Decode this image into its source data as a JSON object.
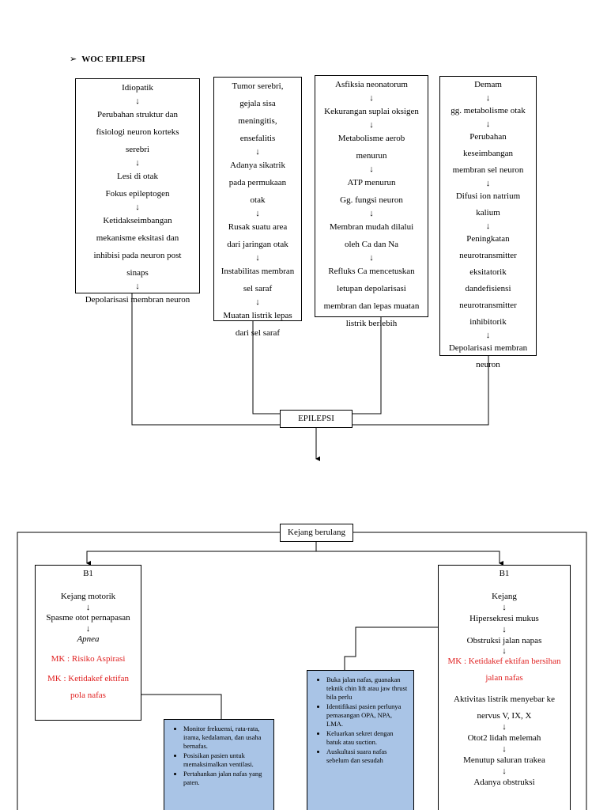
{
  "heading": {
    "bullet": "➢",
    "title": "WOC EPILEPSI"
  },
  "col1": {
    "items": [
      "Idiopatik",
      "Perubahan struktur dan",
      "fisiologi neuron korteks",
      "serebri",
      "Lesi di otak",
      "Fokus epileptogen",
      "Ketidakseimbangan",
      "mekanisme eksitasi dan",
      "inhibisi pada neuron post",
      "sinaps",
      "Depolarisasi membran neuron"
    ]
  },
  "col2": {
    "items": [
      "Tumor serebri,",
      "gejala sisa",
      "meningitis,",
      "ensefalitis",
      "Adanya sikatrik",
      "pada permukaan",
      "otak",
      "Rusak suatu area",
      "dari jaringan otak",
      "Instabilitas membran",
      "sel saraf",
      "Muatan listrik lepas",
      "dari sel saraf"
    ]
  },
  "col3": {
    "items": [
      "Asfiksia neonatorum",
      "Kekurangan suplai oksigen",
      "Metabolisme aerob",
      "menurun",
      "ATP menurun",
      "Gg. fungsi neuron",
      "Membran mudah dilalui",
      "oleh Ca dan Na",
      "Refluks Ca mencetuskan",
      "letupan depolarisasi",
      "membran dan lepas muatan",
      "listrik berlebih"
    ]
  },
  "col4": {
    "items": [
      "Demam",
      "gg. metabolisme otak",
      "Perubahan",
      "keseimbangan",
      "membran sel neuron",
      "Difusi ion natrium",
      "kalium",
      "Peningkatan",
      "neurotransmitter",
      "eksitatorik",
      "dandefisiensi",
      "neurotransmitter",
      "inhibitorik",
      "Depolarisasi membran",
      "neuron"
    ]
  },
  "epilepsi": "EPILEPSI",
  "kejang": "Kejang berulang",
  "b1_left": {
    "title": "B1",
    "items": [
      "Kejang motorik",
      "Spasme otot pernapasan",
      "Apnea"
    ],
    "mk": [
      "MK : Risiko Aspirasi",
      "MK : Ketidakef ektifan",
      "pola nafas"
    ]
  },
  "b1_right": {
    "title": "B1",
    "items": [
      "Kejang",
      "Hipersekresi mukus",
      "Obstruksi jalan napas"
    ],
    "mk": [
      "MK : Ketidakef ektifan bersihan",
      "jalan nafas"
    ],
    "items2": [
      "Aktivitas listrik menyebar ke",
      "nervus V, IX, X",
      "Otot2 lidah melemah",
      "Menutup saluran trakea",
      "Adanya obstruksi"
    ]
  },
  "intervention_left": [
    "Monitor frekuensi, rata-rata, irama, kedalaman, dan usaha bernafas.",
    "Posisikan pasien untuk memaksimalkan ventilasi.",
    "Pertahankan jalan nafas yang paten."
  ],
  "intervention_mid": [
    "Buka jalan nafas, guanakan teknik chin lift atau jaw thrust bila perlu",
    "Identifikasi pasien perlunya pemasangan OPA, NPA, LMA.",
    "Keluarkan sekret dengan batuk atau suction.",
    "Auskultasi suara nafas sebelum dan sesudah"
  ],
  "colors": {
    "mk_red": "#e02020",
    "intervention_blue": "#a9c4e6"
  }
}
